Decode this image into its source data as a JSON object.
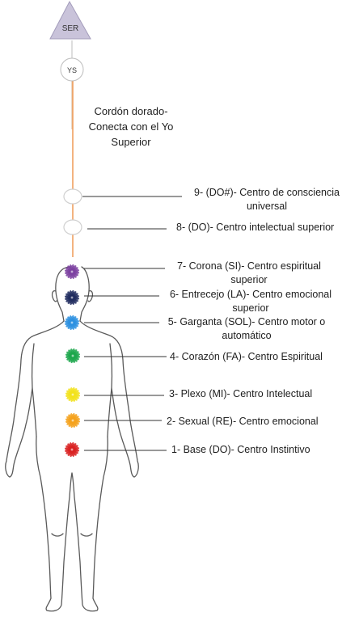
{
  "top": {
    "triangle_label": "SER",
    "circle_label": "YS",
    "cord_text": [
      "Cordón dorado-",
      "Conecta con el Yo",
      "Superior"
    ],
    "cord_color": "#f0a060"
  },
  "centers": [
    {
      "line1": "9-  (DO#)-  Centro de consciencia",
      "line2": "universal",
      "color": "#dddddd"
    },
    {
      "line1": "8-   (DO)- Centro intelectual superior",
      "line2": "",
      "color": "#dddddd"
    },
    {
      "line1": "7- Corona (SI)- Centro espiritual",
      "line2": "superior",
      "color": "#7b3fa0"
    },
    {
      "line1": "6- Entrecejo (LA)- Centro emocional",
      "line2": "superior",
      "color": "#1f2a5e"
    },
    {
      "line1": "5- Garganta (SOL)- Centro motor o",
      "line2": "automático",
      "color": "#2a8fe0"
    },
    {
      "line1": "4- Corazón (FA)- Centro Espiritual",
      "line2": "",
      "color": "#1aa64a"
    },
    {
      "line1": "3- Plexo (MI)- Centro Intelectual",
      "line2": "",
      "color": "#f2e21a"
    },
    {
      "line1": "2- Sexual (RE)- Centro emocional",
      "line2": "",
      "color": "#f5a11a"
    },
    {
      "line1": "1- Base (DO)- Centro Instintivo",
      "line2": "",
      "color": "#d92020"
    }
  ],
  "colors": {
    "triangle": "#c9c3da",
    "triangle_stroke": "#a39cbb",
    "body_outline": "#5a5a5a"
  }
}
